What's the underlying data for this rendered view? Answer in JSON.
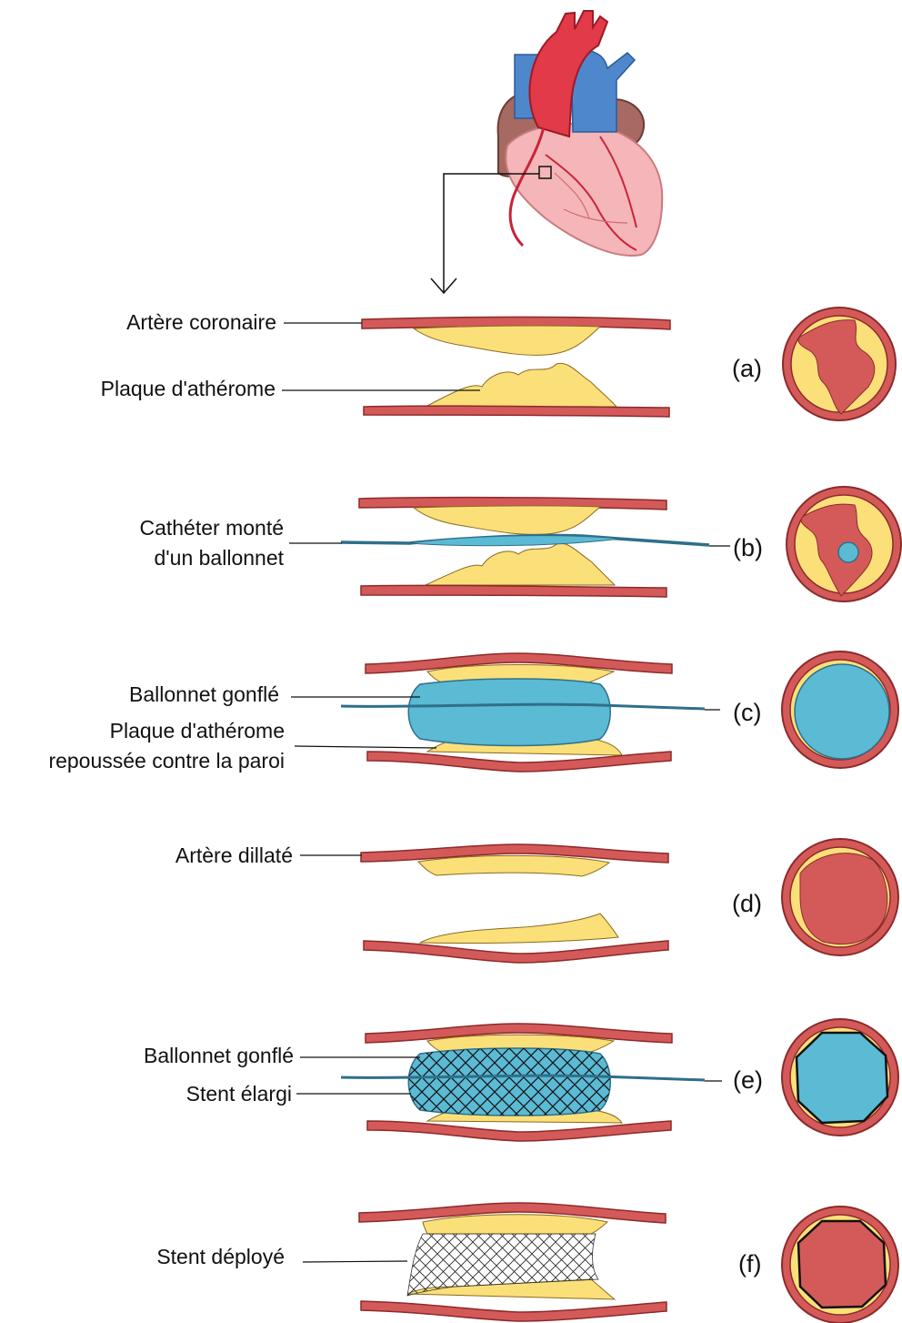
{
  "labels": {
    "a1": "Artère coronaire",
    "a2": "Plaque d'athérome",
    "b1_line1": "Cathéter monté",
    "b1_line2": "d'un ballonnet",
    "c1": "Ballonnet gonflé",
    "c2_line1": "Plaque d'athérome",
    "c2_line2": "repoussée contre la paroi",
    "d1": "Artère dillaté",
    "e1": "Ballonnet gonflé",
    "e2": "Stent  élargi",
    "f1": "Stent déployé"
  },
  "steps": [
    "(a)",
    "(b)",
    "(c)",
    "(d)",
    "(e)",
    "(f)"
  ],
  "colors": {
    "artery_wall": "#d45a5a",
    "plaque": "#fbe07a",
    "balloon": "#5bbad4",
    "heart_pink": "#f4b6b8",
    "heart_brown": "#a66a62",
    "aorta_red": "#e23a48",
    "vein_blue": "#4f87cc"
  }
}
